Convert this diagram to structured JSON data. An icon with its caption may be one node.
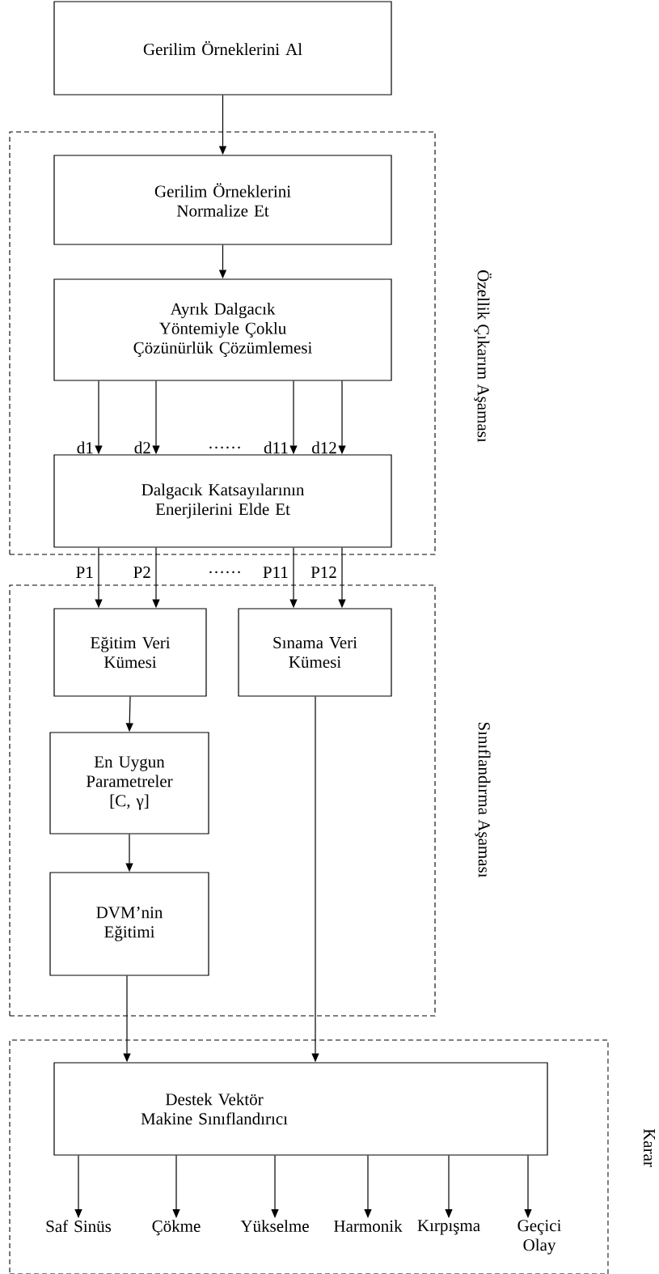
{
  "diagram": {
    "nodes": [
      {
        "text": [
          "Gerilim Örneklerini Al"
        ]
      },
      {
        "text": [
          "Özellik Çıkarım Aşaması"
        ]
      },
      {
        "text": [
          "Gerilim Örneklerini Normalize Et"
        ],
        "in": 1
      },
      {
        "text": [
          "Ayrık Dalgacık Yöntemiyle Çoklu Çözünürlük Çözümlemesi"
        ],
        "in": 1
      },
      {
        "text": [
          "Dalgacık Katsayılarının Enerjilerini Elde Et"
        ],
        "in": 1
      },
      {
        "text": [
          "Sınıflandırma Aşaması"
        ]
      },
      {
        "text": [
          "Eğitim Veri Kümesi"
        ],
        "in": 5
      },
      {
        "text": [
          "Sınama Veri Kümesi"
        ],
        "in": 5
      },
      {
        "text": [
          "En Uygun Parametreler [C, γ]"
        ],
        "in": 5
      },
      {
        "text": [
          "DVM’nin Eğitimi"
        ],
        "in": 5
      },
      {
        "text": [
          "Karar"
        ]
      },
      {
        "text": [
          "Destek Vektör Makine Sınıflandırıcı"
        ],
        "in": 10
      },
      {
        "text": [
          "Saf Sinüs"
        ],
        "in": 10
      },
      {
        "text": [
          "Çökme"
        ],
        "in": 10
      },
      {
        "text": [
          "Yükselme"
        ],
        "in": 10
      },
      {
        "text": [
          "Harmonik"
        ],
        "in": 10
      },
      {
        "text": [
          "Kırpışma"
        ],
        "in": 10
      },
      {
        "text": [
          "Geçici Olay"
        ],
        "in": 10
      }
    ],
    "edges": [
      {
        "from": 0,
        "to": 2,
        "arrow": "to"
      },
      {
        "from": 2,
        "to": 3,
        "arrow": "to"
      },
      {
        "from": 3,
        "to": 4,
        "arrow": "to",
        "label": "d1"
      },
      {
        "from": 3,
        "to": 4,
        "arrow": "to",
        "label": "d2"
      },
      {
        "from": 3,
        "to": 4,
        "arrow": "to",
        "label": "d11"
      },
      {
        "from": 3,
        "to": 4,
        "arrow": "to",
        "label": "d12"
      },
      {
        "from": 4,
        "to": 6,
        "arrow": "to",
        "label": "P1"
      },
      {
        "from": 4,
        "to": 6,
        "arrow": "to",
        "label": "P2"
      },
      {
        "from": 4,
        "to": 7,
        "arrow": "to",
        "label": "P11"
      },
      {
        "from": 4,
        "to": 7,
        "arrow": "to",
        "label": "P12"
      },
      {
        "from": 6,
        "to": 8,
        "arrow": "to"
      },
      {
        "from": 8,
        "to": 9,
        "arrow": "to"
      },
      {
        "from": 9,
        "to": 11,
        "arrow": "to"
      },
      {
        "from": 7,
        "to": 11,
        "arrow": "to"
      },
      {
        "from": 11,
        "to": 12,
        "arrow": "to"
      },
      {
        "from": 11,
        "to": 13,
        "arrow": "to"
      },
      {
        "from": 11,
        "to": 14,
        "arrow": "to"
      },
      {
        "from": 11,
        "to": 15,
        "arrow": "to"
      },
      {
        "from": 11,
        "to": 16,
        "arrow": "to"
      },
      {
        "from": 11,
        "to": 17,
        "arrow": "to"
      }
    ],
    "labels": [
      "……",
      "……"
    ]
  }
}
